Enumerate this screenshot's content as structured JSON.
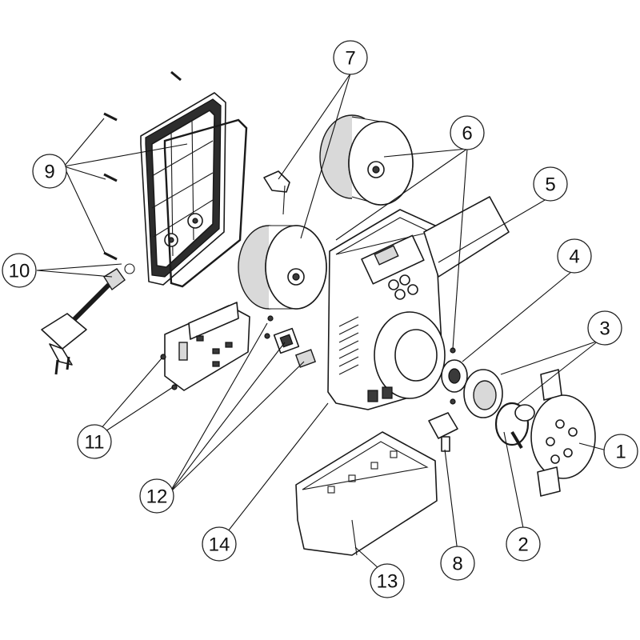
{
  "callouts": [
    {
      "id": "1",
      "label": "1"
    },
    {
      "id": "2",
      "label": "2"
    },
    {
      "id": "3",
      "label": "3"
    },
    {
      "id": "4",
      "label": "4"
    },
    {
      "id": "5",
      "label": "5"
    },
    {
      "id": "6",
      "label": "6"
    },
    {
      "id": "7",
      "label": "7"
    },
    {
      "id": "8",
      "label": "8"
    },
    {
      "id": "9",
      "label": "9"
    },
    {
      "id": "10",
      "label": "10"
    },
    {
      "id": "11",
      "label": "11"
    },
    {
      "id": "12",
      "label": "12"
    },
    {
      "id": "13",
      "label": "13"
    },
    {
      "id": "14",
      "label": "14"
    }
  ],
  "colors": {
    "line": "#1a1a1a",
    "fill": "#ffffff",
    "shade": "#d9d9d9"
  }
}
